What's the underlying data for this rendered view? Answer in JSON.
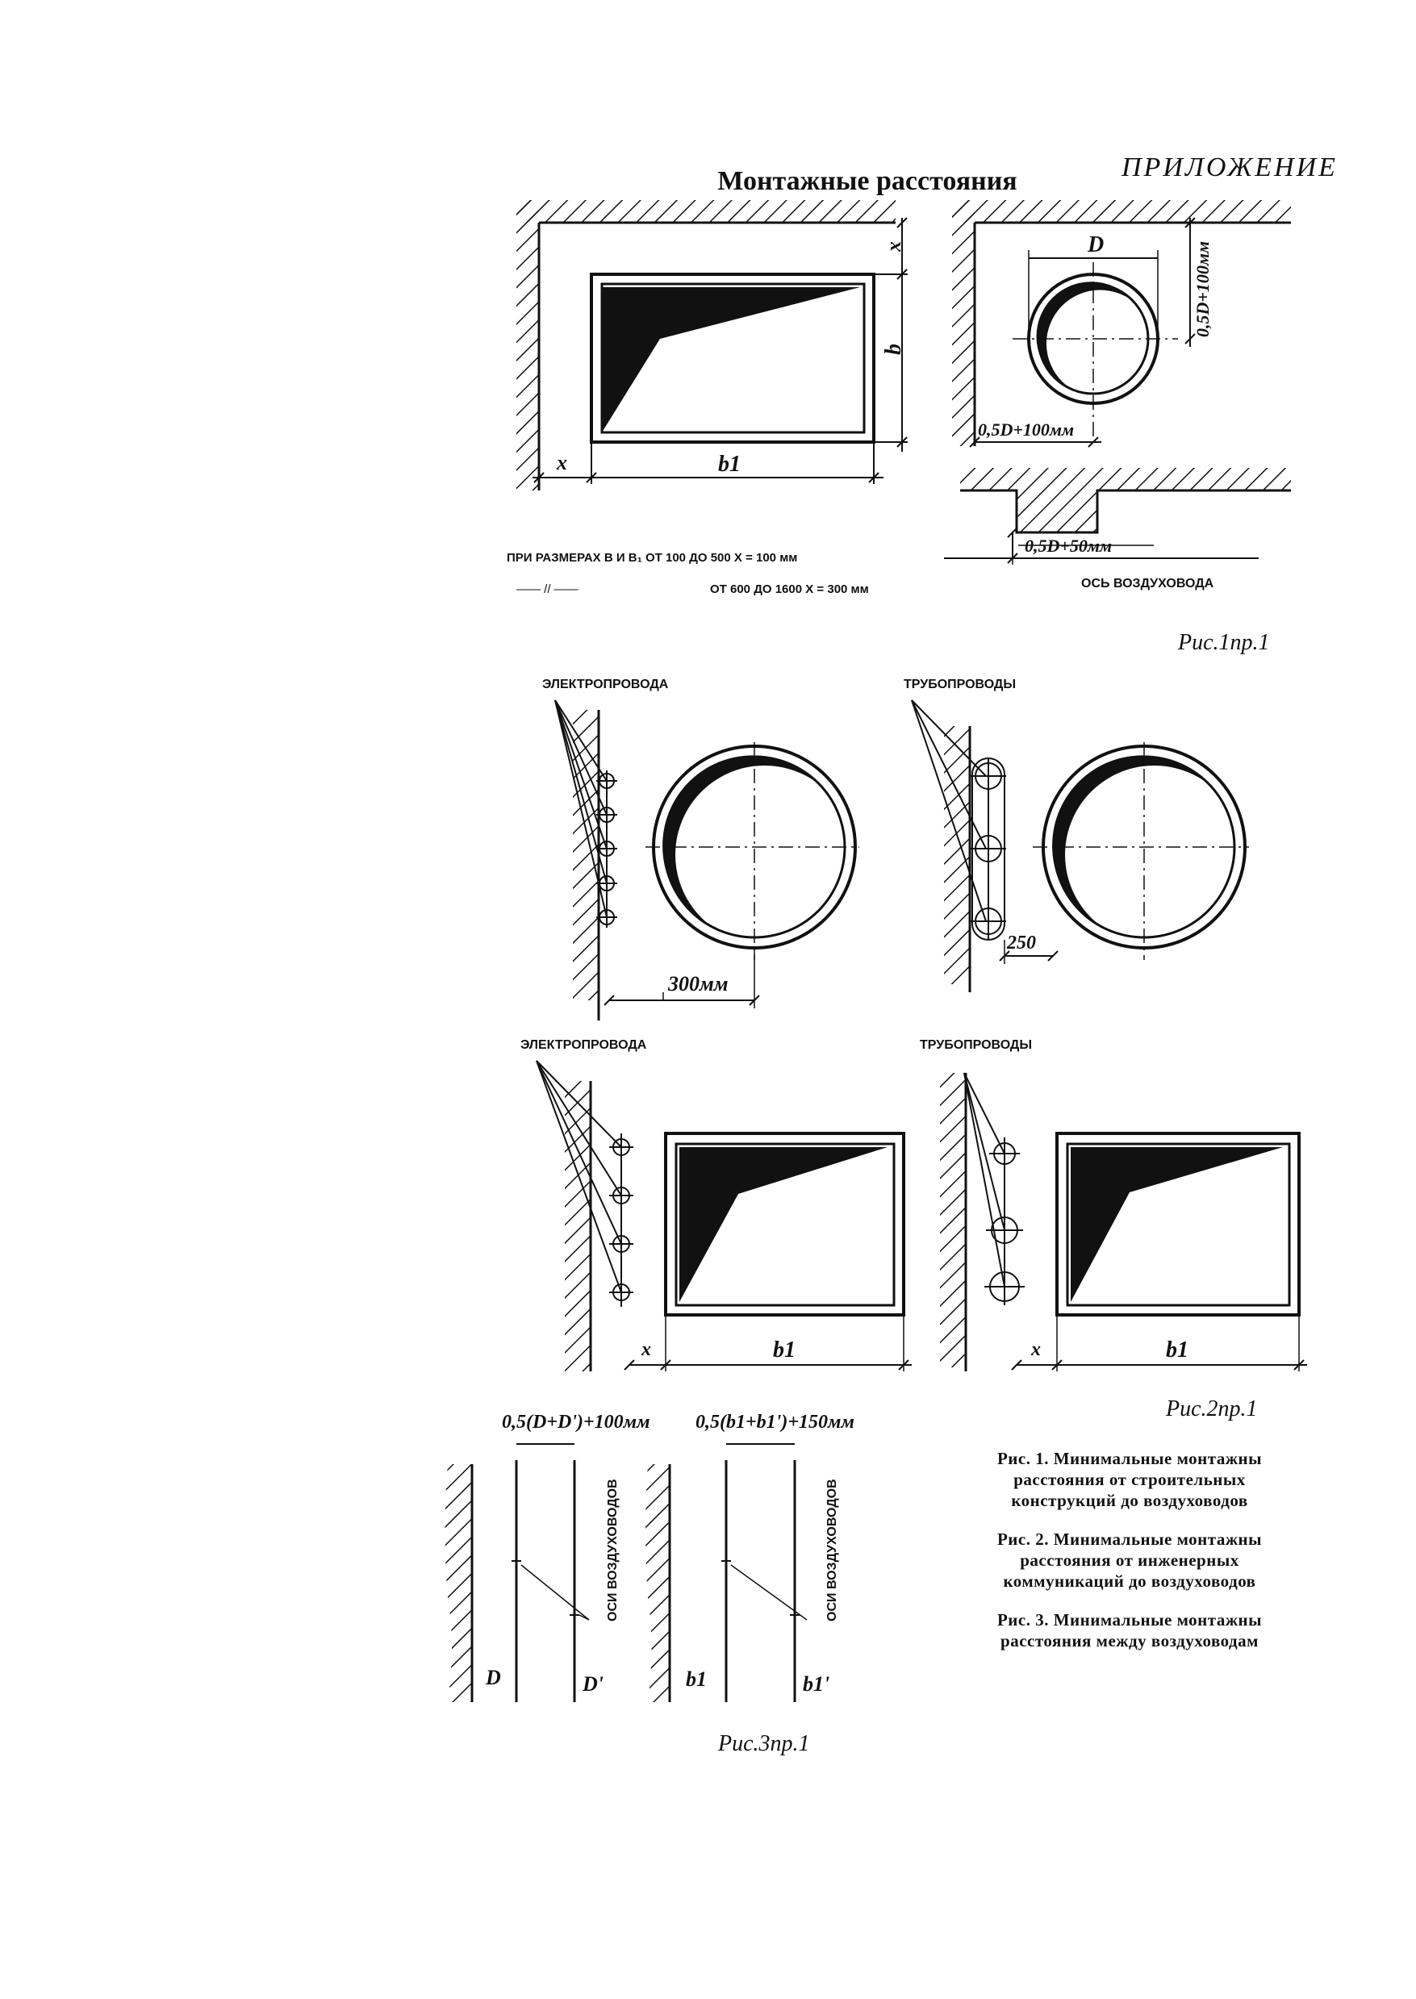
{
  "header": {
    "title": "Монтажные расстояния",
    "appendix": "ПРИЛОЖЕНИЕ"
  },
  "fig1": {
    "label_x": "x",
    "label_b": "b",
    "label_b1": "b1",
    "label_D": "D",
    "dim_vertical": "0,5D+100мм",
    "dim_horizontal": "0,5D+100мм",
    "dim_floor": "0,5D+50мм",
    "axis_label": "ОСЬ ВОЗДУХОВОДА",
    "note_line1": "ПРИ РАЗМЕРАХ В И В₁ ОТ 100 ДО 500 X = 100 мм",
    "note_ditto": "—— // ——",
    "note_line2": "ОТ 600 ДО 1600 X = 300 мм",
    "caption": "Рис.1пр.1"
  },
  "fig2": {
    "wires_label_top": "ЭЛЕКТРОПРОВОДА",
    "pipes_label_top": "ТРУБОПРОВОДЫ",
    "dim_300": "300мм",
    "dim_250": "250",
    "wires_label_bottom": "ЭЛЕКТРОПРОВОДА",
    "pipes_label_bottom": "ТРУБОПРОВОДЫ",
    "label_x": "x",
    "label_b1": "b1",
    "caption": "Рис.2пр.1"
  },
  "fig3": {
    "dim_left": "0,5(D+D')+100мм",
    "dim_right": "0,5(b1+b1')+150мм",
    "axes_label": "ОСИ ВОЗДУХОВОДОВ",
    "label_D": "D",
    "label_D_prime": "D'",
    "label_b1": "b1",
    "label_b1_prime": "b1'",
    "caption": "Рис.3пр.1"
  },
  "captions": {
    "c1_l1": "Рис. 1. Минимальные монтажны",
    "c1_l2": "расстояния от строительных",
    "c1_l3": "конструкций до воздуховодов",
    "c2_l1": "Рис. 2. Минимальные монтажны",
    "c2_l2": "расстояния от инженерных",
    "c2_l3": "коммуникаций до воздуховодов",
    "c3_l1": "Рис. 3. Минимальные монтажны",
    "c3_l2": "расстояния между воздуховодам"
  }
}
